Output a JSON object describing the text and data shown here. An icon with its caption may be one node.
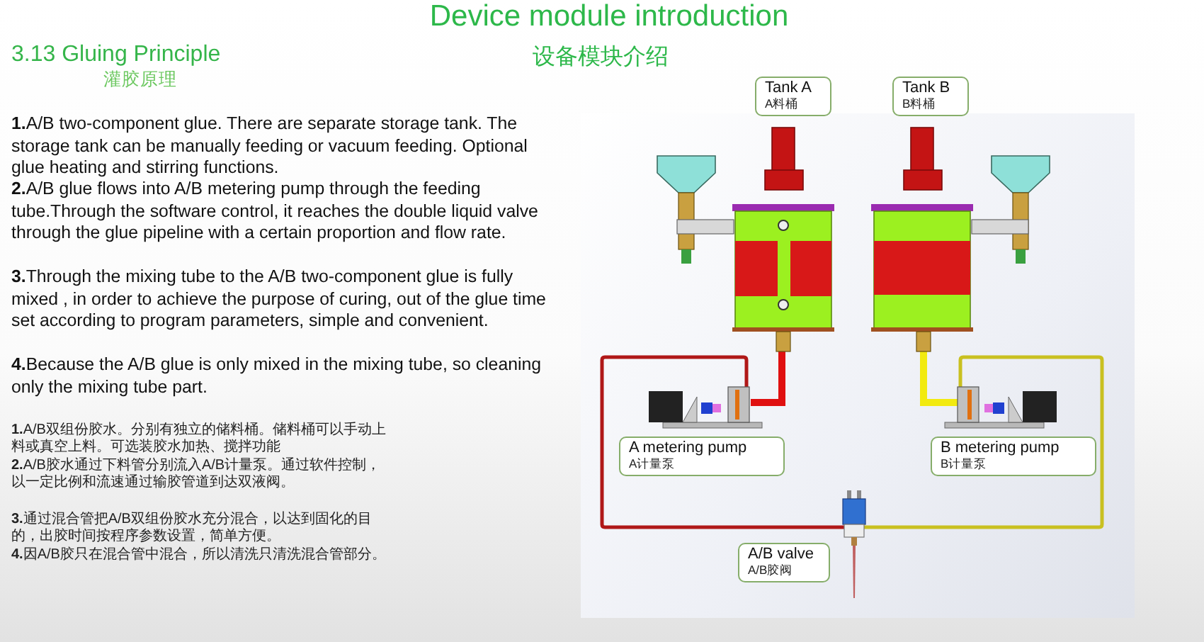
{
  "diagram": {
    "title": "Device module introduction",
    "nodes": [
      {
        "text": [
          "Tank A",
          "A料桶"
        ]
      },
      {
        "text": [
          "Tank B",
          "B料桶"
        ]
      },
      {
        "text": [
          "A metering pump",
          "A计量泵"
        ]
      },
      {
        "text": [
          "B metering pump",
          "B计量泵"
        ]
      },
      {
        "text": [
          "A/B valve",
          "A/B胶阀"
        ]
      }
    ],
    "labels": [
      "3.13 Gluing Principle",
      "设备模块介绍",
      "灌胶原理",
      "**1.**A/B two-component glue. There are separate storage tank. The storage tank can be manually feeding or vacuum feeding. Optional glue heating and stirring functions.",
      "**2.**A/B glue flows into A/B metering pump through the feeding tube.Through the software control, it reaches the double liquid valve through the glue pipeline with a certain proportion and flow rate.",
      "**3.**Through the mixing tube to the A/B two-component glue is fully mixed , in order to achieve the purpose of curing, out of the glue time set according to program parameters, simple and convenient.",
      "**4.**Because the A/B glue is only mixed in the mixing tube, so cleaning only the mixing tube part.",
      "**1.**A/B双组份胶水。分别有独立的储料桶。储料桶可以手动上料或真空上料。可选装胶水加热、搅拌功能",
      "**2.**A/B胶水通过下料管分别流入A/B计量泵。通过软件控制，以一定比例和流速通过输胶管道到达双液阀。",
      "**3.**通过混合管把A/B双组份胶水充分混合，以达到固化的目的，出胶时间按程序参数设置，简单方便。",
      "**4.**因A/B胶只在混合管中混合，所以清洗只清洗混合管部分。"
    ]
  }
}
